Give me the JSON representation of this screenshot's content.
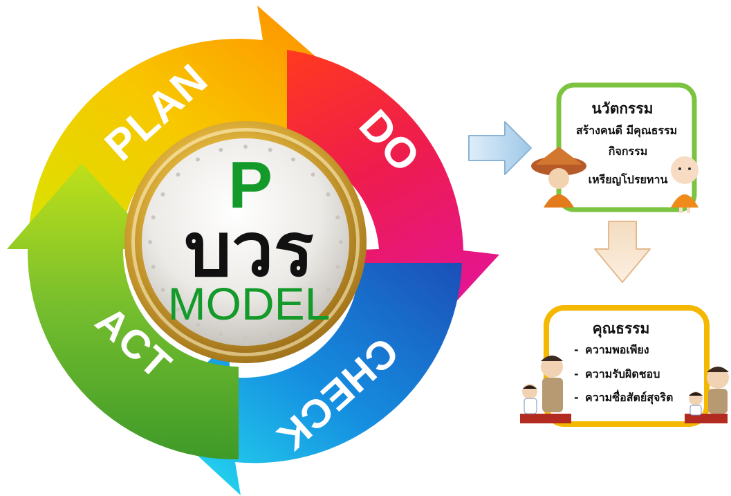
{
  "cycle": {
    "stages": [
      {
        "label": "PLAN"
      },
      {
        "label": "DO"
      },
      {
        "label": "CHECK"
      },
      {
        "label": "ACT"
      }
    ],
    "center": {
      "letter": "P",
      "thai": "บวร",
      "model": "MODEL"
    }
  },
  "innovation_card": {
    "title": "นวัตกรรม",
    "lines": [
      "สร้างคนดี มีคุณธรรม",
      "กิจกรรม",
      "เหรียญโปรยทาน"
    ]
  },
  "virtue_card": {
    "title": "คุณธรรม",
    "items": [
      "ความพอเพียง",
      "ความรับผิดชอบ",
      "ความซื่อสัตย์สุจริต"
    ]
  },
  "colors": {
    "plan": "#f6c800",
    "do": "#e8195a",
    "check": "#1aa2e6",
    "act": "#6ab52a",
    "innovation_border": "#7cc440",
    "virtue_border": "#f5b800",
    "center_green": "#149a2a"
  }
}
